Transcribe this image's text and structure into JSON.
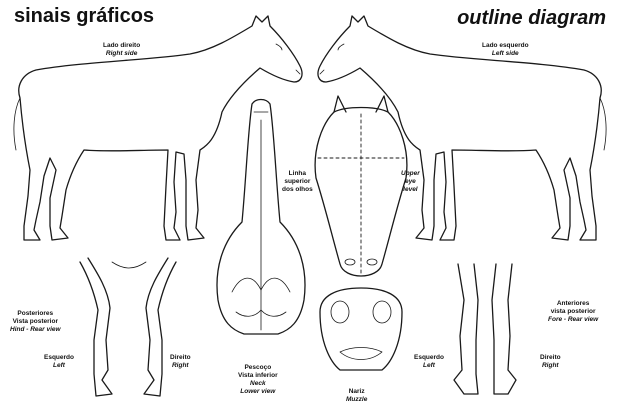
{
  "titles": {
    "left": "sinais gráficos",
    "right": "outline diagram"
  },
  "labels": {
    "right_side": {
      "pt": "Lado direito",
      "en": "Right side"
    },
    "left_side": {
      "pt": "Lado esquerdo",
      "en": "Left side"
    },
    "eye_line": {
      "l1": "Linha",
      "l2": "superior",
      "l3": "dos olhos"
    },
    "upper_eye": {
      "l1": "Upper",
      "l2": "eye",
      "l3": "level"
    },
    "hind_rear": {
      "l1": "Posteriores",
      "l2": "Vista posterior",
      "l3": "Hind - Rear view"
    },
    "fore_rear": {
      "l1": "Anteriores",
      "l2": "vista posterior",
      "l3": "Fore - Rear view"
    },
    "hind_left": {
      "pt": "Esquerdo",
      "en": "Left"
    },
    "hind_right": {
      "pt": "Direito",
      "en": "Right"
    },
    "fore_left": {
      "pt": "Esquerdo",
      "en": "Left"
    },
    "fore_right": {
      "pt": "Direito",
      "en": "Right"
    },
    "neck": {
      "pt1": "Pescoço",
      "pt2": "Vista inferior",
      "en1": "Neck",
      "en2": "Lower view"
    },
    "muzzle": {
      "pt": "Nariz",
      "en": "Muzzle"
    }
  }
}
